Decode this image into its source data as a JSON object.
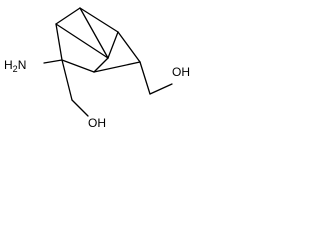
{
  "structure": {
    "labels": {
      "amino": "H2N",
      "amino_h": "H",
      "amino_sub": "2",
      "amino_n": "N",
      "hydroxyl_left": "OH",
      "hydroxyl_right": "OH"
    }
  }
}
